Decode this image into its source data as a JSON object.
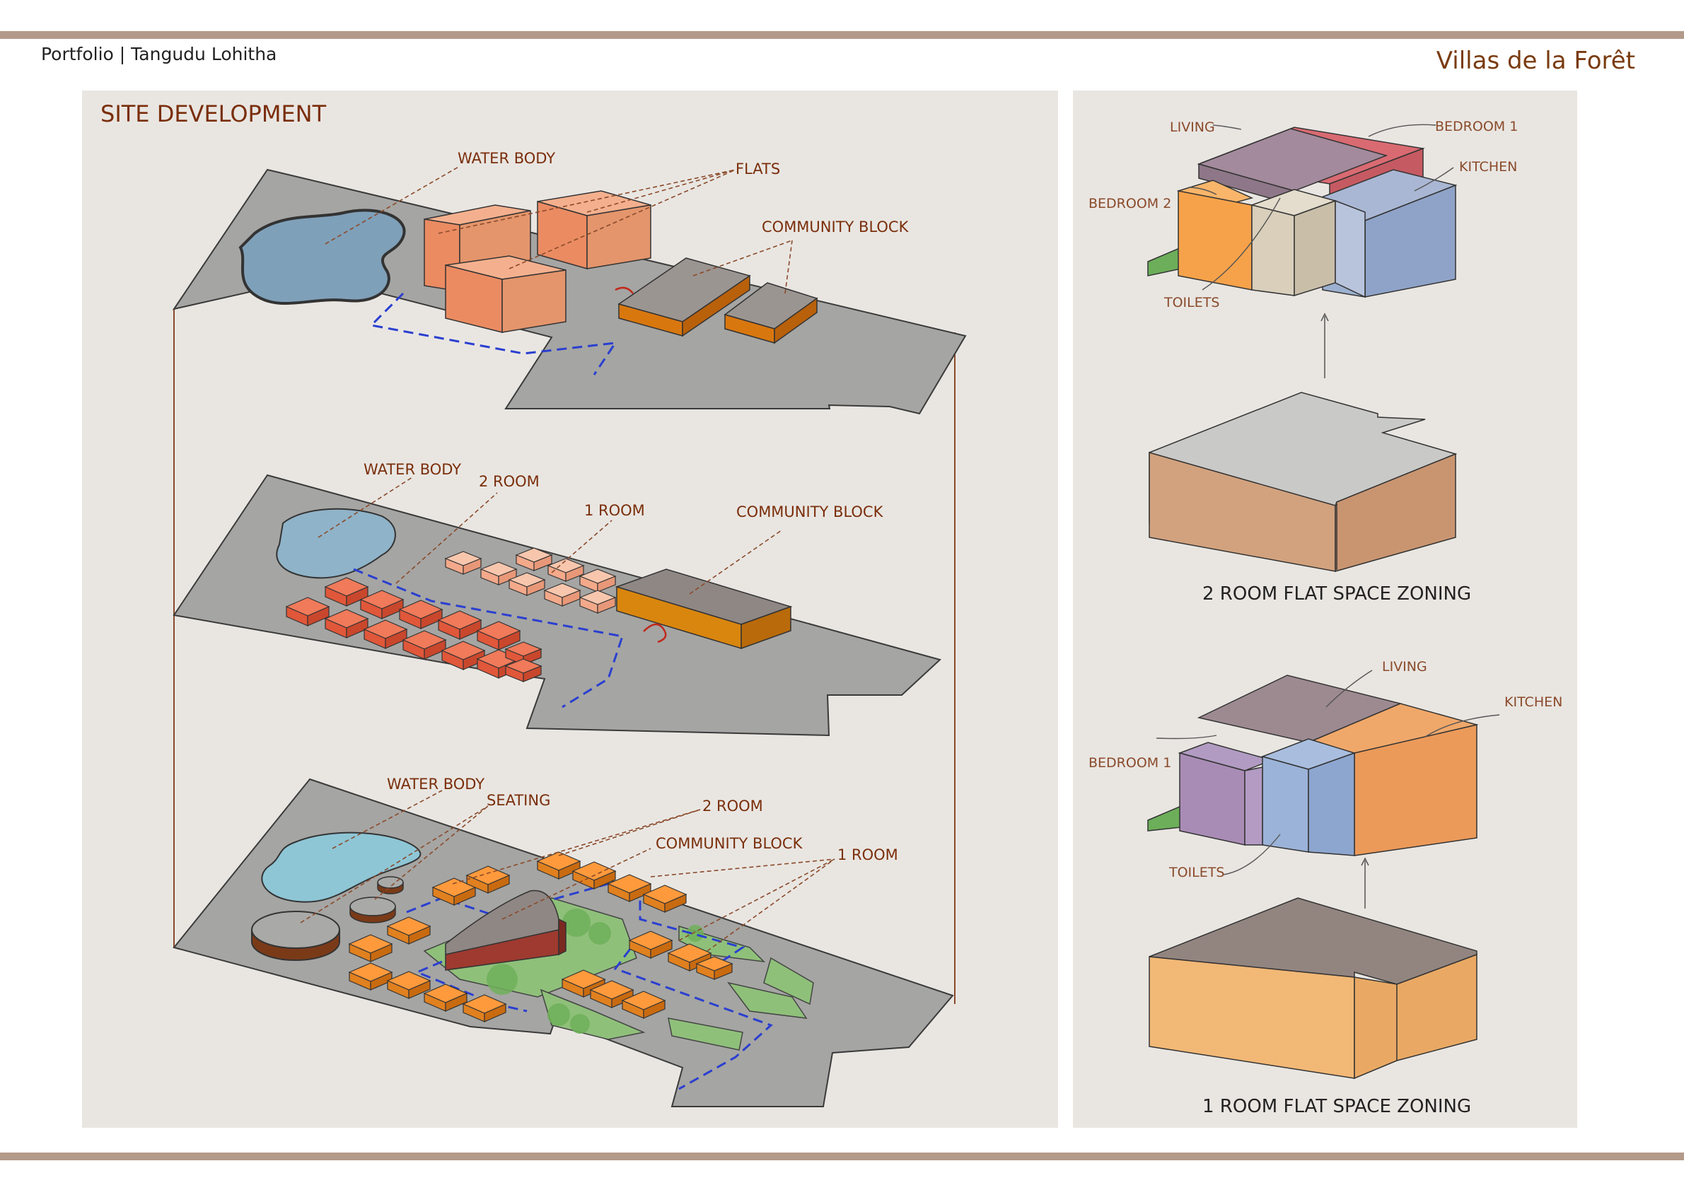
{
  "header": {
    "left_text": "Portfolio | Tangudu Lohitha",
    "right_text": "Villas de la Forêt"
  },
  "site": {
    "title": "SITE DEVELOPMENT",
    "layer1": {
      "water": "WATER BODY",
      "flats": "FLATS",
      "community": "COMMUNITY BLOCK"
    },
    "layer2": {
      "water": "WATER BODY",
      "two_room": "2 ROOM",
      "one_room": "1 ROOM",
      "community": "COMMUNITY BLOCK"
    },
    "layer3": {
      "water": "WATER BODY",
      "seating": "SEATING",
      "two_room": "2 ROOM",
      "community": "COMMUNITY BLOCK",
      "one_room": "1 ROOM"
    }
  },
  "zoning": {
    "two_room": {
      "title": "2 ROOM FLAT SPACE ZONING",
      "living": "LIVING",
      "bedroom1": "BEDROOM 1",
      "kitchen": "KITCHEN",
      "bedroom2": "BEDROOM 2",
      "toilets": "TOILETS"
    },
    "one_room": {
      "title": "1 ROOM FLAT SPACE ZONING",
      "living": "LIVING",
      "kitchen": "KITCHEN",
      "bedroom1": "BEDROOM 1",
      "toilets": "TOILETS"
    }
  },
  "colors": {
    "frame_band": "#b39a8a",
    "panel_bg": "#e9e6e2",
    "accent_text": "#7a2e0a",
    "flats": "#f0a07a",
    "community": "#d9770f",
    "water": "#7fa8c4",
    "green": "#8fc07a"
  }
}
